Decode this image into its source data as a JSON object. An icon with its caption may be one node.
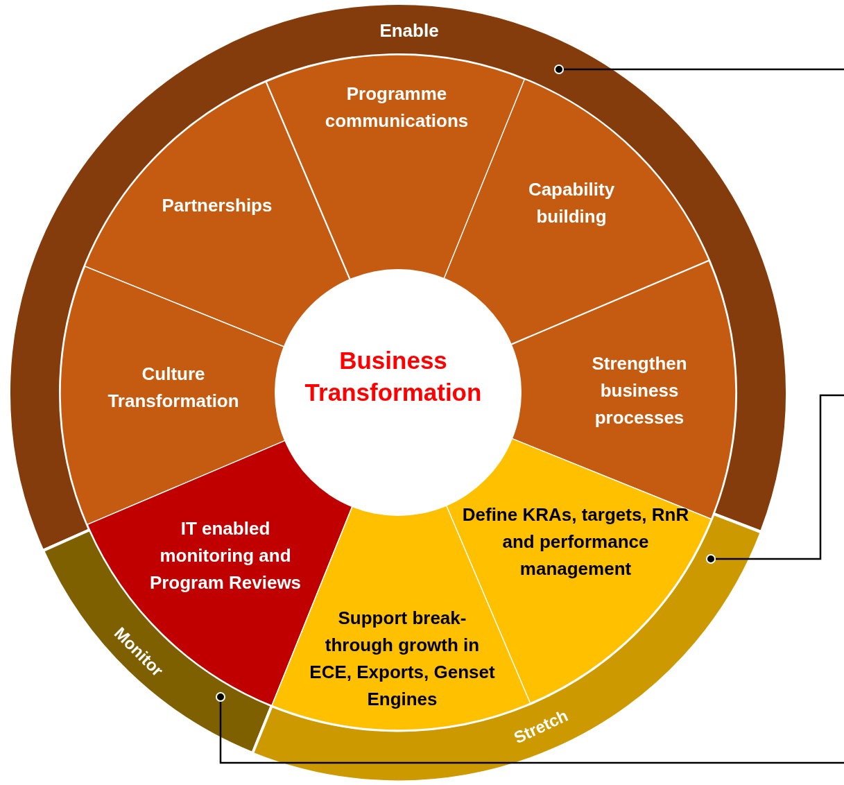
{
  "diagram": {
    "nodes": [
      {
        "text": [
          "Enable"
        ]
      },
      {
        "text": [
          "Programme communications"
        ]
      },
      {
        "text": [
          "Partnerships"
        ]
      },
      {
        "text": [
          "Capability building"
        ]
      },
      {
        "text": [
          "Culture Transformation"
        ]
      },
      {
        "text": [
          "Business Transformation"
        ]
      },
      {
        "text": [
          "Strengthen business processes"
        ]
      },
      {
        "text": [
          "IT enabled monitoring and Program Reviews"
        ]
      },
      {
        "text": [
          "Define KRAs, targets, RnR and performance management"
        ]
      },
      {
        "text": [
          "Support break-through growth in ECE, Exports, Genset Engines"
        ]
      },
      {
        "text": [
          "Monitor"
        ]
      },
      {
        "text": [
          "Stretch"
        ]
      }
    ],
    "edges": [
      {
        "from": 0,
        "to": null,
        "arrow": "other"
      },
      {
        "from": 11,
        "to": null,
        "arrow": "other"
      },
      {
        "from": 10,
        "to": null,
        "arrow": "other"
      }
    ]
  }
}
